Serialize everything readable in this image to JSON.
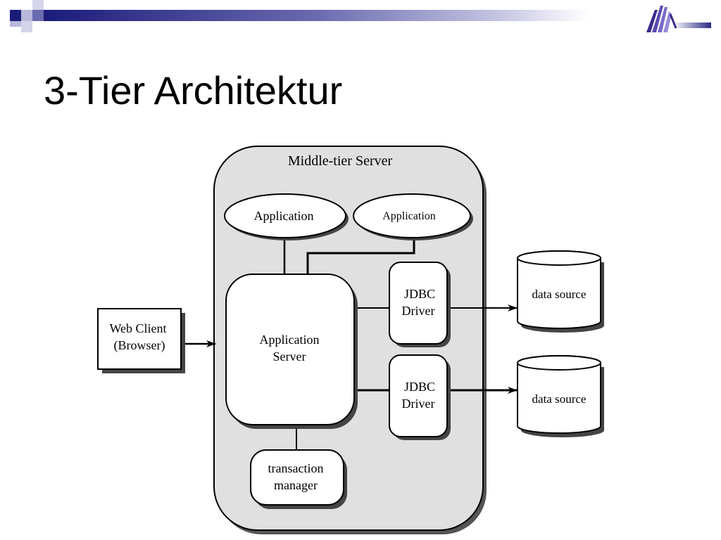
{
  "slide": {
    "title": "3-Tier Architektur"
  },
  "colors": {
    "header_blue": "#1b1b7a",
    "header_light": "#8a8ac8",
    "server_fill": "#e0e0e0",
    "logo": "#3a2a8a"
  },
  "icons": {
    "logo": "logo-icon",
    "header": "header-squares-icon"
  },
  "diagram": {
    "middle_tier_label": "Middle-tier Server",
    "application_1": "Application",
    "application_2": "Application",
    "application_server_line1": "Application",
    "application_server_line2": "Server",
    "web_client_line1": "Web Client",
    "web_client_line2": "(Browser)",
    "jdbc_1_line1": "JDBC",
    "jdbc_1_line2": "Driver",
    "jdbc_2_line1": "JDBC",
    "jdbc_2_line2": "Driver",
    "data_source_1": "data source",
    "data_source_2": "data source",
    "transaction_line1": "transaction",
    "transaction_line2": "manager"
  }
}
